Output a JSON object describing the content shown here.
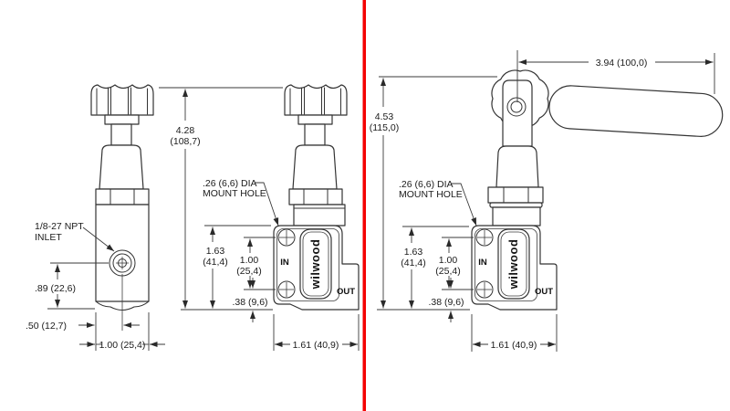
{
  "colors": {
    "divider": "#f40000",
    "line": "#333333",
    "text": "#1b1b1b"
  },
  "left_view": {
    "inlet_callout_line1": "1/8-27 NPT",
    "inlet_callout_line2": "INLET",
    "dim_total_height_in": "4.28",
    "dim_total_height_mm": "(108,7)",
    "dim_inlet_height": ".89 (22,6)",
    "dim_inlet_offset": ".50 (12,7)",
    "dim_body_width": "1.00 (25,4)"
  },
  "middle_view": {
    "mount_hole_callout_line1": ".26 (6,6) DIA",
    "mount_hole_callout_line2": "MOUNT HOLE",
    "dim_plate_height_in": "1.63",
    "dim_plate_height_mm": "(41,4)",
    "dim_hole_spacing_in": "1.00",
    "dim_hole_spacing_mm": "(25,4)",
    "dim_hole_to_bottom": ".38 (9,6)",
    "dim_body_width": "1.61 (40,9)",
    "label_in": "IN",
    "label_out": "OUT",
    "logo": "wilwood"
  },
  "right_view": {
    "dim_lever_length": "3.94 (100,0)",
    "dim_total_height_in": "4.53",
    "dim_total_height_mm": "(115,0)",
    "mount_hole_callout_line1": ".26 (6,6) DIA",
    "mount_hole_callout_line2": "MOUNT HOLE",
    "dim_plate_height_in": "1.63",
    "dim_plate_height_mm": "(41,4)",
    "dim_hole_spacing_in": "1.00",
    "dim_hole_spacing_mm": "(25,4)",
    "dim_hole_to_bottom": ".38 (9,6)",
    "dim_body_width": "1.61 (40,9)",
    "label_in": "IN",
    "label_out": "OUT",
    "logo": "wilwood"
  }
}
